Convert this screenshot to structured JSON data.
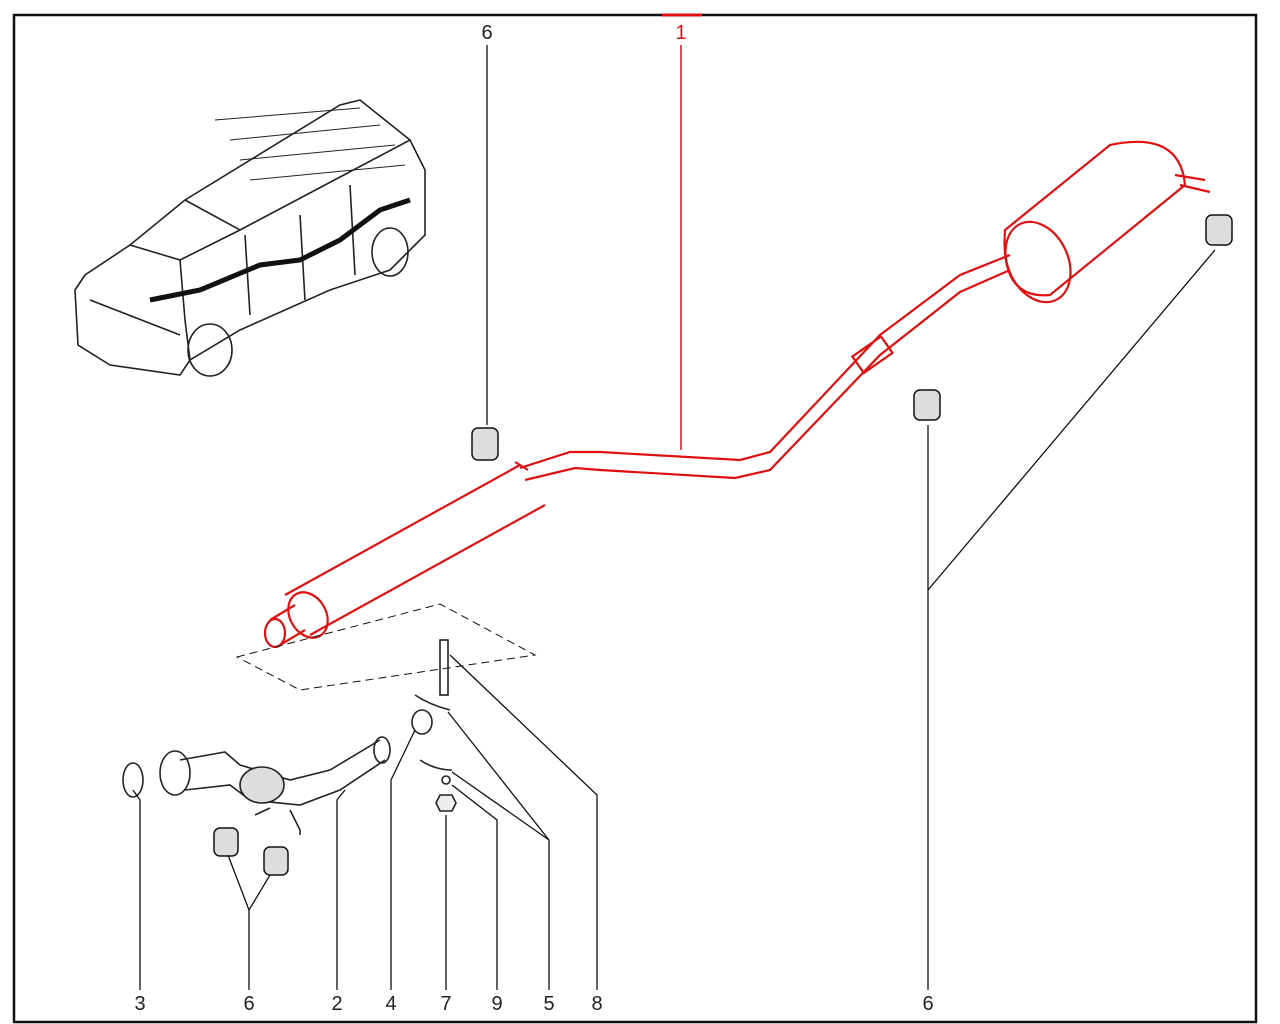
{
  "diagram": {
    "title_part": "1",
    "colors": {
      "highlight": "#e01010",
      "line": "#111111"
    },
    "callouts_top": [
      {
        "id": "6",
        "part": "rubber-mount"
      },
      {
        "id": "1",
        "part": "exhaust-pipe-and-muffler"
      }
    ],
    "callouts_bottom": [
      "3",
      "6",
      "2",
      "4",
      "7",
      "9",
      "5",
      "8",
      "6"
    ]
  }
}
